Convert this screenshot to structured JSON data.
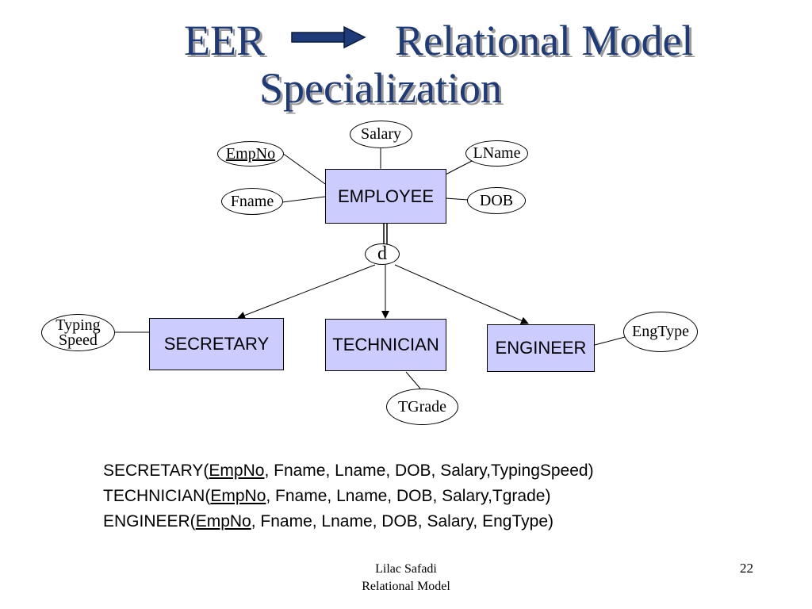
{
  "title": {
    "left": "EER",
    "right": "Relational Model",
    "subtitle": "Specialization"
  },
  "diagram": {
    "superclass": "EMPLOYEE",
    "disjoint_symbol": "d",
    "superclass_attributes": {
      "key": "EmpNo",
      "fname": "Fname",
      "salary": "Salary",
      "lname": "LName",
      "dob": "DOB"
    },
    "subclasses": {
      "secretary": "SECRETARY",
      "technician": "TECHNICIAN",
      "engineer": "ENGINEER"
    },
    "subclass_attributes": {
      "typing_speed_line1": "Typing",
      "typing_speed_line2": "Speed",
      "tgrade": "TGrade",
      "engtype": "EngType"
    }
  },
  "relations": [
    {
      "name": "SECRETARY(",
      "key": "EmpNo",
      "rest": ", Fname, Lname, DOB, Salary,TypingSpeed)"
    },
    {
      "name": "TECHNICIAN(",
      "key": "EmpNo",
      "rest": ", Fname, Lname, DOB, Salary,Tgrade)"
    },
    {
      "name": "ENGINEER(",
      "key": "EmpNo",
      "rest": ", Fname, Lname, DOB, Salary, EngType)"
    }
  ],
  "footer": {
    "author": "Lilac Safadi",
    "course": "Relational Model",
    "page_number": "22"
  },
  "colors": {
    "title": "#1f3a78",
    "entity_fill": "#ccccff",
    "arrow_fill": "#1f3a78"
  }
}
